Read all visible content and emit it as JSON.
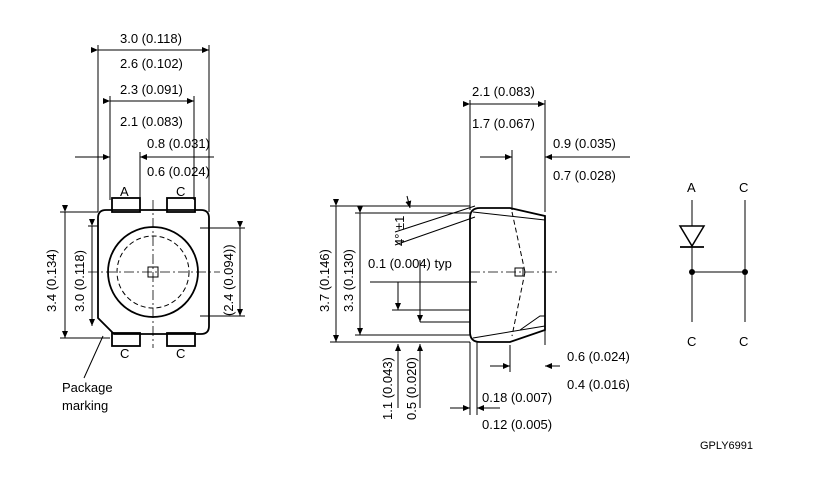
{
  "front_view": {
    "width_max": "3.0 (0.118)",
    "width_min": "2.6 (0.102)",
    "pad_span_max": "2.3 (0.091)",
    "pad_span_min": "2.1 (0.083)",
    "pad_width_max": "0.8 (0.031)",
    "pad_width_min": "0.6 (0.024)",
    "height_max": "3.4 (0.134)",
    "height_min": "3.0 (0.118)",
    "lens_diameter": "(2.4 (0.094))",
    "pin_a": "A",
    "pin_c_top": "C",
    "pin_c_bottom_left": "C",
    "pin_c_bottom_right": "C",
    "package_marking_line1": "Package",
    "package_marking_line2": "marking"
  },
  "side_view": {
    "depth_max": "2.1 (0.083)",
    "depth_min": "1.7 (0.067)",
    "lead_max": "0.9 (0.035)",
    "lead_min": "0.7 (0.028)",
    "angle": "4° ±1",
    "height_max": "3.7 (0.146)",
    "height_min": "3.3 (0.130)",
    "gap_typ": "0.1 (0.004) typ",
    "standoff_max": "1.1 (0.043)",
    "standoff_min": "0.5 (0.020)",
    "foot_max": "0.6 (0.024)",
    "foot_min": "0.4 (0.016)",
    "thickness_max": "0.18 (0.007)",
    "thickness_min": "0.12 (0.005)"
  },
  "schematic": {
    "anode": "A",
    "cathode_top": "C",
    "cathode_bottom_left": "C",
    "cathode_bottom_right": "C"
  },
  "drawing_code": "GPLY6991"
}
